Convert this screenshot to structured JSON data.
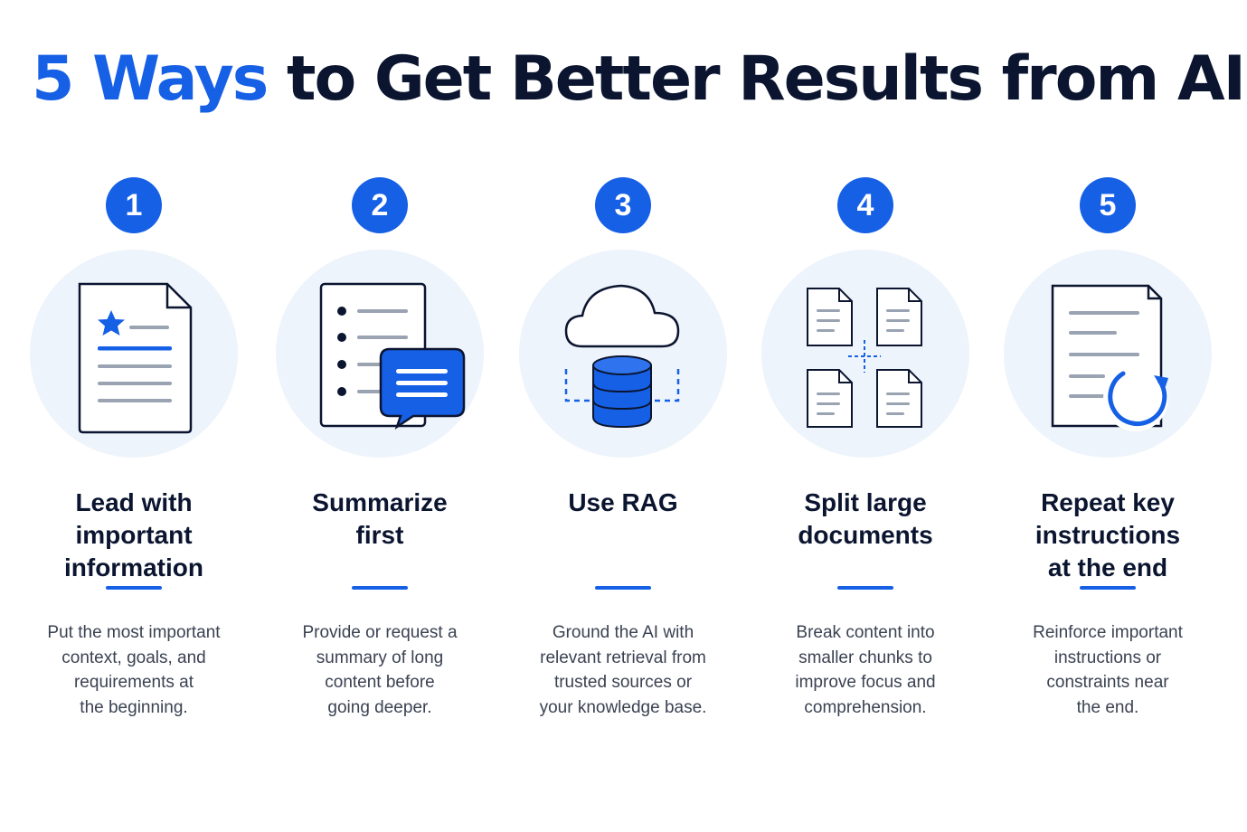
{
  "title": {
    "accent": "5 Ways",
    "rest": "to Get Better Results from AI"
  },
  "steps": [
    {
      "number": "1",
      "icon": "document-star-icon",
      "heading": "Lead with\nimportant\ninformation",
      "description": "Put the most important\ncontext, goals, and\nrequirements at\nthe beginning."
    },
    {
      "number": "2",
      "icon": "list-chat-bubble-icon",
      "heading": "Summarize\nfirst",
      "description": "Provide or request a\nsummary of long\ncontent before\ngoing deeper."
    },
    {
      "number": "3",
      "icon": "cloud-database-icon",
      "heading": "Use RAG",
      "description": "Ground the AI with\nrelevant retrieval from\ntrusted sources or\nyour knowledge base."
    },
    {
      "number": "4",
      "icon": "split-documents-icon",
      "heading": "Split large\ndocuments",
      "description": "Break content into\nsmaller chunks to\nimprove focus and\ncomprehension."
    },
    {
      "number": "5",
      "icon": "document-repeat-icon",
      "heading": "Repeat key\ninstructions\nat the end",
      "description": "Reinforce important\ninstructions or\nconstraints near\nthe end."
    }
  ],
  "colors": {
    "accent": "#1660e6",
    "text": "#0b1530",
    "halo": "#eef4fb"
  }
}
